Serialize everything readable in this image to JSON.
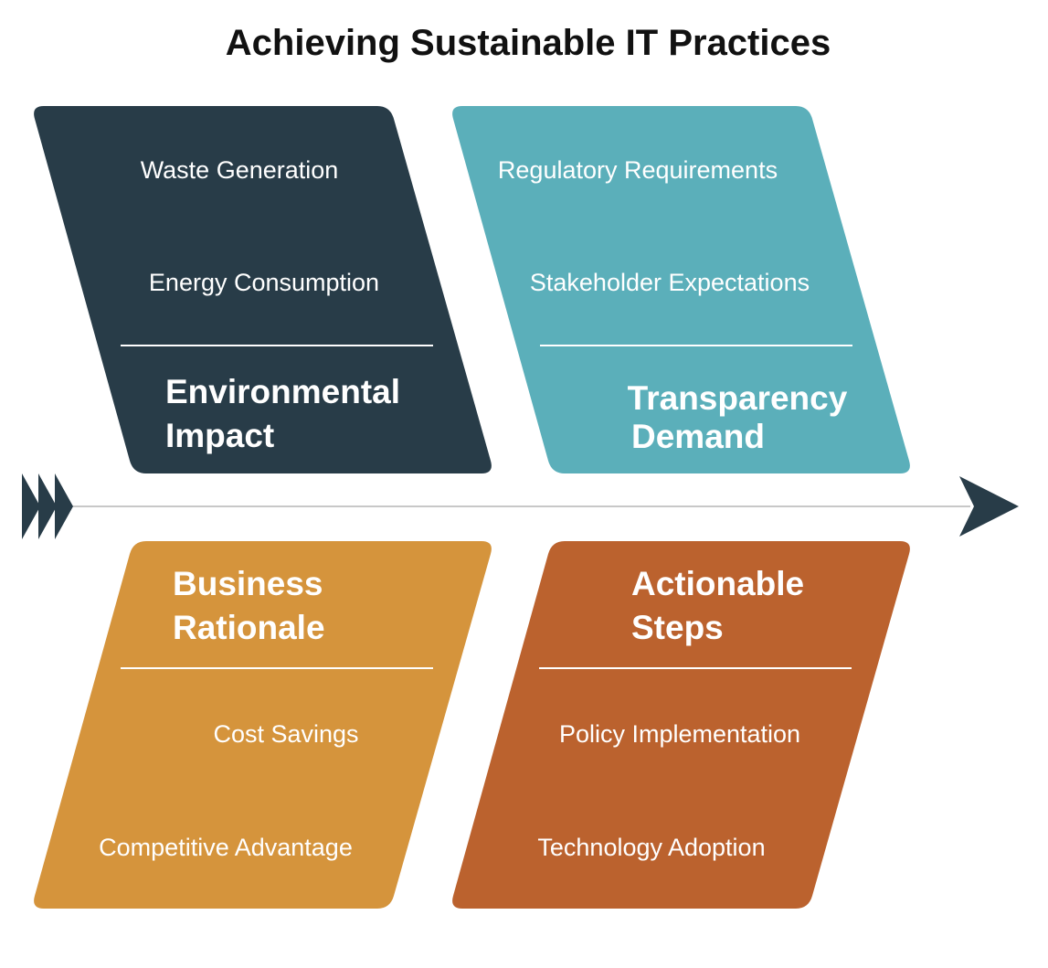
{
  "title": "Achieving Sustainable IT Practices",
  "colors": {
    "environmental": "#283c48",
    "transparency": "#5bafba",
    "business": "#d5943c",
    "actionable": "#bb622e",
    "spine": "#c8c8c8",
    "arrow": "#283c48"
  },
  "categories": [
    {
      "id": "environmental",
      "heading": [
        "Environmental",
        "Impact"
      ],
      "items": [
        "Waste Generation",
        "Energy Consumption"
      ]
    },
    {
      "id": "transparency",
      "heading": [
        "Transparency",
        "Demand"
      ],
      "items": [
        "Regulatory Requirements",
        "Stakeholder Expectations"
      ]
    },
    {
      "id": "business",
      "heading": [
        "Business",
        "Rationale"
      ],
      "items": [
        "Cost Savings",
        "Competitive Advantage"
      ]
    },
    {
      "id": "actionable",
      "heading": [
        "Actionable",
        "Steps"
      ],
      "items": [
        "Policy Implementation",
        "Technology Adoption"
      ]
    }
  ]
}
